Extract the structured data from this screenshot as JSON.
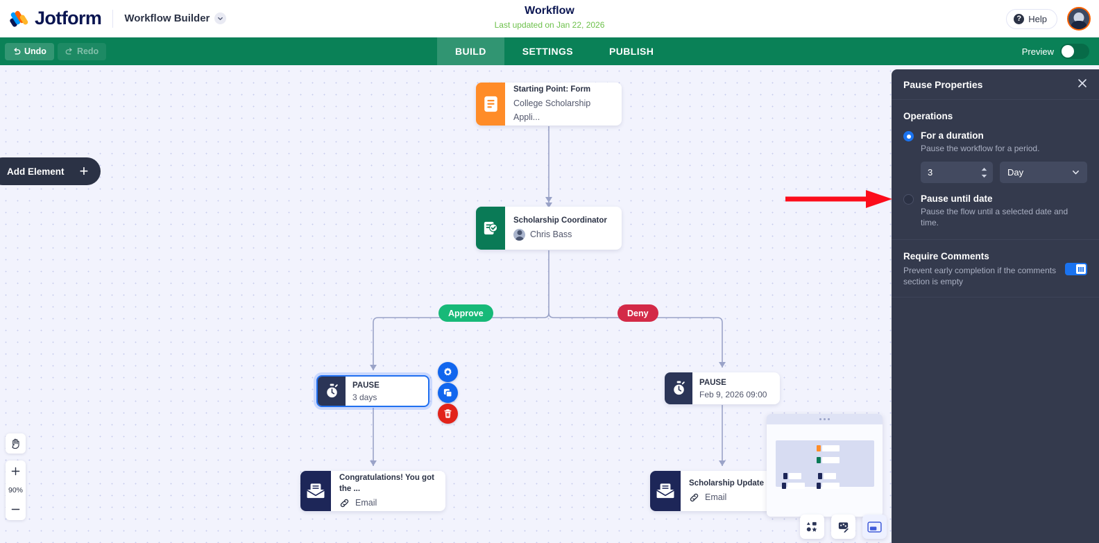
{
  "header": {
    "brand": "Jotform",
    "product": "Workflow Builder",
    "title": "Workflow",
    "subtitle": "Last updated on Jan 22, 2026",
    "help_label": "Help",
    "help_icon": "question-circle-icon",
    "chevron_icon": "chevron-down-icon",
    "avatar": "user-avatar"
  },
  "nav": {
    "undo_label": "Undo",
    "redo_label": "Redo",
    "undo_icon": "undo-arrow-icon",
    "redo_icon": "redo-arrow-icon",
    "tabs": [
      {
        "label": "BUILD",
        "active": true
      },
      {
        "label": "SETTINGS",
        "active": false
      },
      {
        "label": "PUBLISH",
        "active": false
      }
    ],
    "preview_label": "Preview",
    "preview_on": false
  },
  "canvas": {
    "add_element_label": "Add Element",
    "add_element_icon": "plus-icon",
    "zoom_level": "90%",
    "hand_icon": "hand-pan-icon",
    "zoom_in_icon": "plus-icon",
    "zoom_out_icon": "minus-icon",
    "nodes": [
      {
        "id": "start",
        "icon": "form-document-icon",
        "title": "Starting Point: Form",
        "subtitle": "College Scholarship Appli...",
        "accent": "#ff8c28"
      },
      {
        "id": "approver",
        "icon": "approval-checklist-icon",
        "title": "Scholarship Coordinator",
        "subtitle": "Chris Bass",
        "accent": "#0a7a56"
      },
      {
        "id": "pause-left",
        "icon": "stopwatch-icon",
        "title": "PAUSE",
        "subtitle": "3 days",
        "accent": "#2b3557",
        "selected": true
      },
      {
        "id": "pause-right",
        "icon": "stopwatch-icon",
        "title": "PAUSE",
        "subtitle": "Feb 9, 2026 09:00",
        "accent": "#2b3557",
        "selected": false
      },
      {
        "id": "email-left",
        "icon": "envelope-icon",
        "title": "Congratulations! You got the ...",
        "subtitle": "Email",
        "accent": "#1d2658"
      },
      {
        "id": "email-right",
        "icon": "envelope-icon",
        "title": "Scholarship Update",
        "subtitle": "Email",
        "accent": "#1d2658"
      }
    ],
    "branches": [
      {
        "label": "Approve",
        "color": "#17b978"
      },
      {
        "label": "Deny",
        "color": "#d32a47"
      }
    ],
    "node_actions": [
      {
        "name": "settings",
        "icon": "gear-icon",
        "color": "#1166ee"
      },
      {
        "name": "duplicate",
        "icon": "copy-icon",
        "color": "#1166ee"
      },
      {
        "name": "delete",
        "icon": "trash-icon",
        "color": "#e2231a"
      }
    ],
    "bottom_tools": [
      {
        "name": "elements",
        "icon": "shapes-icon",
        "active": false
      },
      {
        "name": "theme",
        "icon": "palette-edit-icon",
        "active": false
      },
      {
        "name": "minimap",
        "icon": "minimap-icon",
        "active": true
      }
    ],
    "annotation": {
      "type": "red-arrow",
      "points_to": "for-a-duration-radio"
    }
  },
  "panel": {
    "title": "Pause Properties",
    "close_icon": "close-icon",
    "section_title": "Operations",
    "options": [
      {
        "label": "For a duration",
        "desc": "Pause the workflow for a period.",
        "selected": true
      },
      {
        "label": "Pause until date",
        "desc": "Pause the flow until a selected date and time.",
        "selected": false
      }
    ],
    "duration": {
      "value": "3",
      "unit": "Day",
      "unit_chevron": "chevron-down-icon",
      "spinner_up": "caret-up-icon",
      "spinner_down": "caret-down-icon"
    },
    "require_comments": {
      "title": "Require Comments",
      "desc": "Prevent early completion if the comments section is empty",
      "enabled": true
    }
  }
}
